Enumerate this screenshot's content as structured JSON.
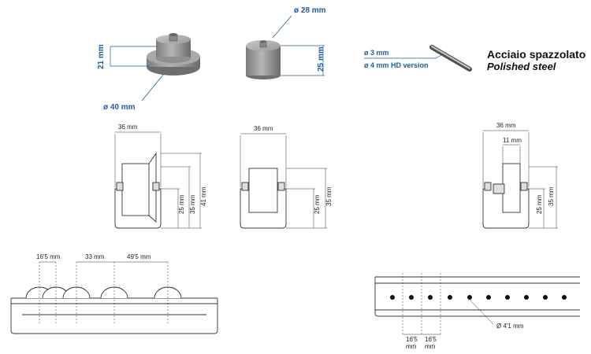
{
  "product": {
    "label_it": "Acciaio spazzolato",
    "label_en": "Polished steel",
    "dim_height_21": "21 mm",
    "dim_diam_40": "ø 40 mm",
    "dim_diam_28": "ø 28 mm",
    "dim_height_25": "25 mm",
    "rod_diam_3": "ø 3 mm",
    "rod_diam_4": "ø 4 mm HD version"
  },
  "profiles": {
    "p1": {
      "width": "36 mm",
      "h25": "25 mm",
      "h35": "35 mm",
      "h41": "41 mm"
    },
    "p2": {
      "width": "36 mm",
      "h25": "25 mm",
      "h35": "35 mm"
    },
    "p3": {
      "width": "36 mm",
      "inner": "11 mm",
      "h25": "25 mm",
      "h35": "35 mm"
    }
  },
  "rail_side": {
    "spacing_1": "16'5 mm",
    "spacing_2": "33 mm",
    "spacing_3": "49'5 mm"
  },
  "rail_top": {
    "hole_diam": "Ø 4'1 mm",
    "spacing_a_1": "16'5",
    "spacing_a_2": "mm",
    "spacing_b_1": "16'5",
    "spacing_b_2": "mm"
  }
}
